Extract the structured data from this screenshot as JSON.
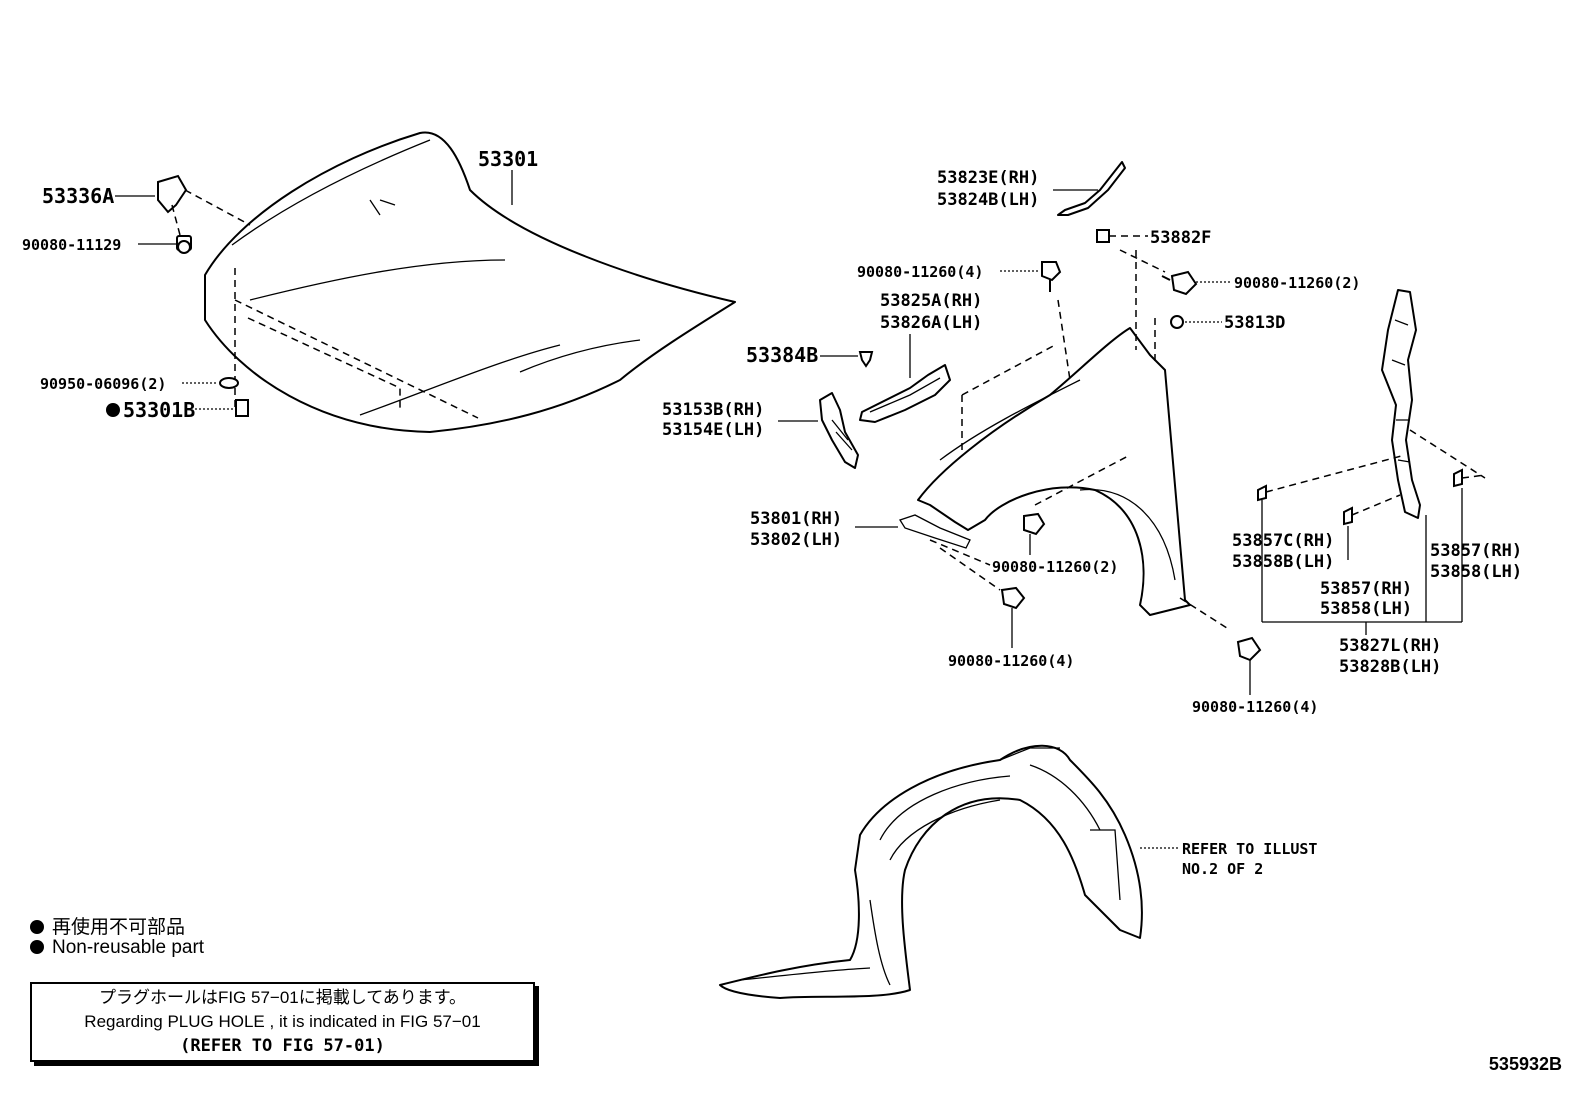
{
  "labels": {
    "hood": "53301",
    "hood_hinge": "53336A",
    "bolt_hinge": "90080-11129",
    "plug": "90950-06096(2)",
    "cushion": "53301B",
    "seal_rh": "53823E(RH)",
    "seal_lh": "53824B(LH)",
    "clip_82f": "53882F",
    "bolt_top_4": "90080-11260(4)",
    "bolt_top_2": "90080-11260(2)",
    "bracket_rh": "53825A(RH)",
    "bracket_lh": "53826A(LH)",
    "nut_13d": "53813D",
    "clip_384b": "53384B",
    "support_rh": "53153B(RH)",
    "support_lh": "53154E(LH)",
    "fender_rh": "53801(RH)",
    "fender_lh": "53802(LH)",
    "bolt_mid_2": "90080-11260(2)",
    "bolt_low_4": "90080-11260(4)",
    "bolt_right_4": "90080-11260(4)",
    "pad_c_rh": "53857C(RH)",
    "pad_b_lh": "53858B(LH)",
    "pad_rh_a": "53857(RH)",
    "pad_lh_a": "53858(LH)",
    "pad_rh_b": "53857(RH)",
    "pad_lh_b": "53858(LH)",
    "liner_rh": "53827L(RH)",
    "liner_lh": "53828B(LH)",
    "refer_line1": "REFER TO ILLUST",
    "refer_line2": "NO.2 OF 2"
  },
  "legend": {
    "jp": "再使用不可部品",
    "en": "Non-reusable part"
  },
  "note_box": {
    "jp": "プラグホールはFIG 57−01に掲載してあります。",
    "en": "Regarding  PLUG  HOLE , it is indicated in  FIG  57−01",
    "ref": "(REFER TO FIG 57-01)"
  },
  "illustration_id": "535932B"
}
